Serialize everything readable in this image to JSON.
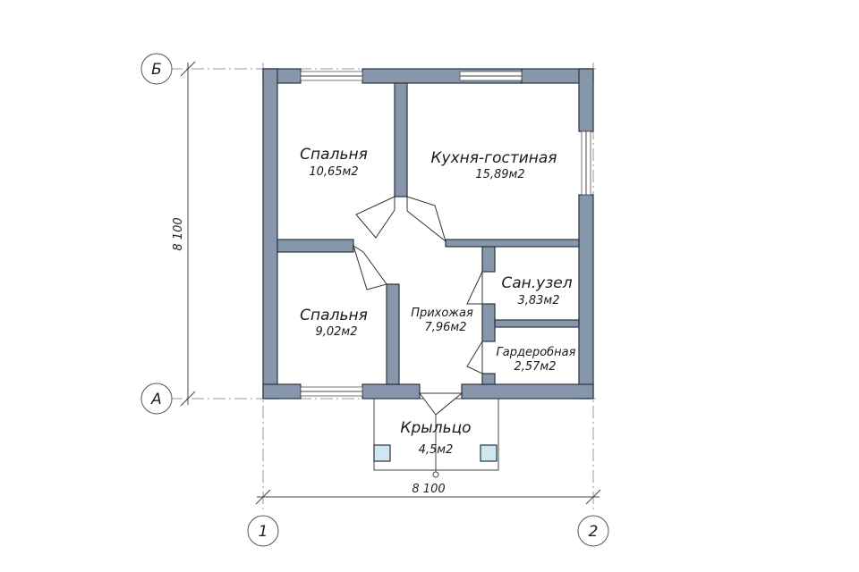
{
  "axes": {
    "a": "А",
    "b": "Б",
    "one": "1",
    "two": "2"
  },
  "dimensions": {
    "horizontal": "8 100",
    "vertical": "8 100"
  },
  "rooms": {
    "bedroom1": {
      "name": "Спальня",
      "area": "10,65м2"
    },
    "kitchen": {
      "name": "Кухня-гостиная",
      "area": "15,89м2"
    },
    "bedroom2": {
      "name": "Спальня",
      "area": "9,02м2"
    },
    "hall": {
      "name": "Прихожая",
      "area": "7,96м2"
    },
    "bathroom": {
      "name": "Сан.узел",
      "area": "3,83м2"
    },
    "wardrobe": {
      "name": "Гардеробная",
      "area": "2,57м2"
    },
    "porch": {
      "name": "Крыльцо",
      "area": "4,5м2"
    }
  },
  "colors": {
    "wall": "#8797ab",
    "post": "#cfe6f3"
  }
}
